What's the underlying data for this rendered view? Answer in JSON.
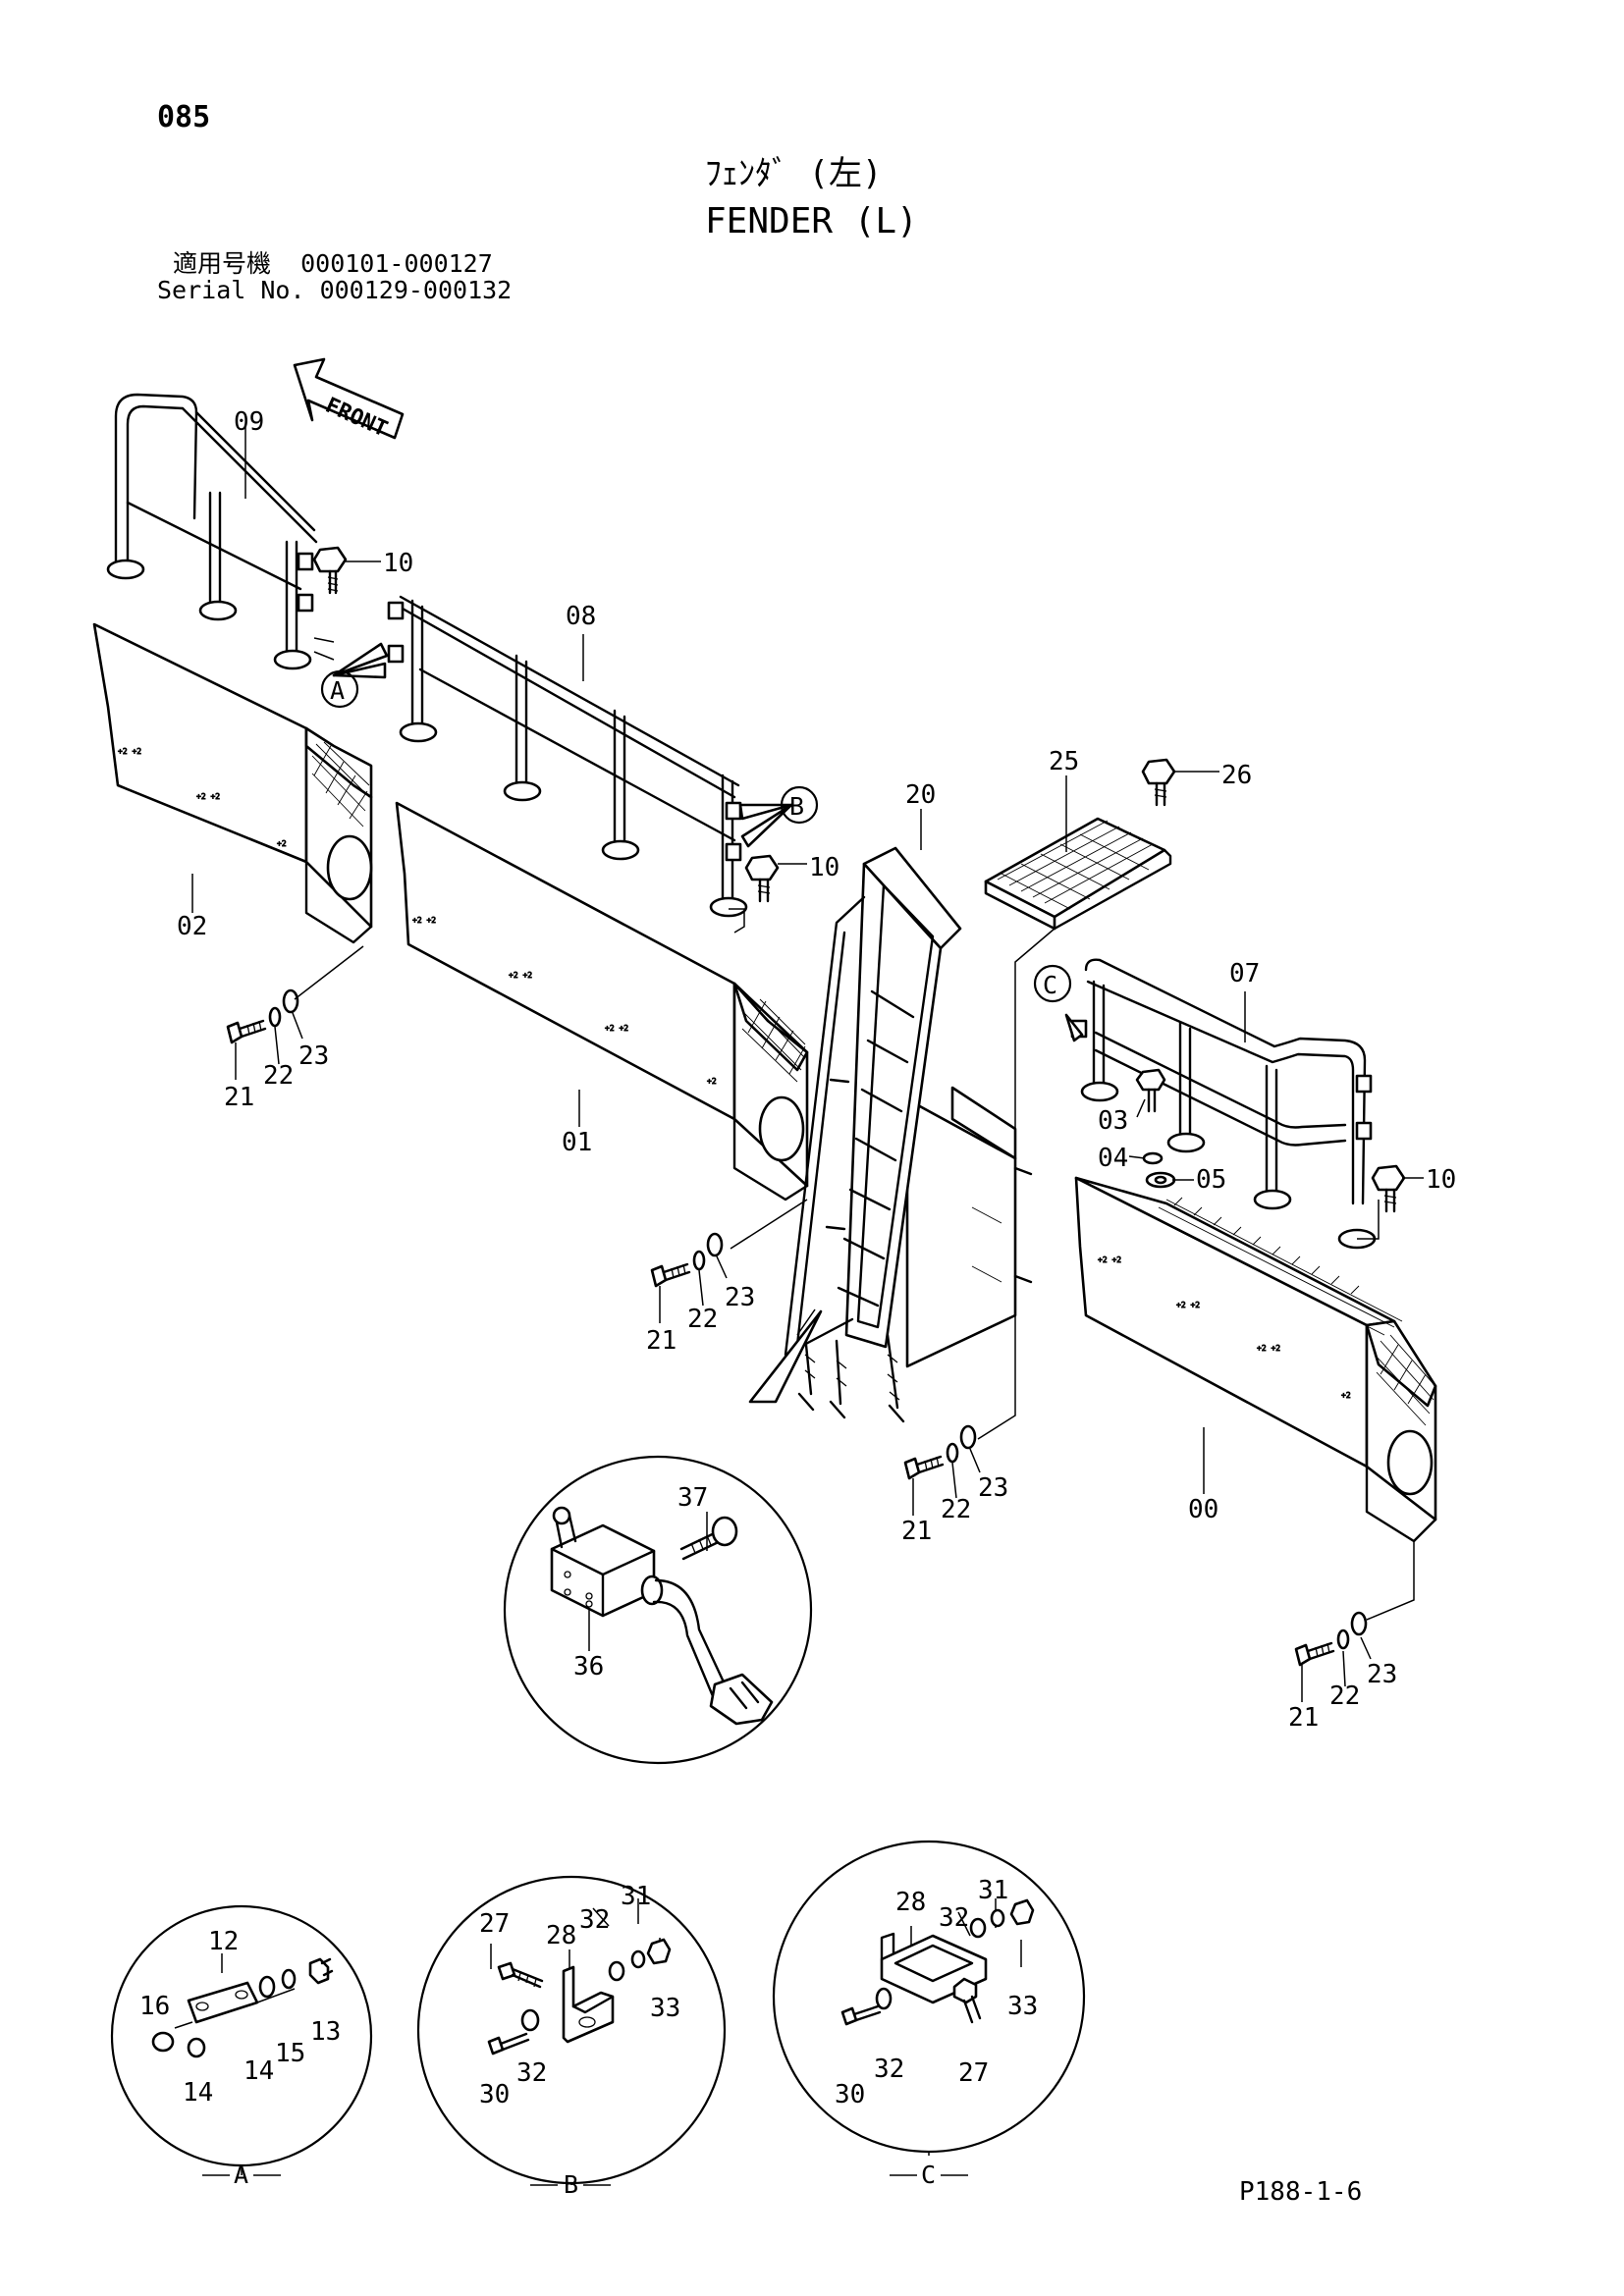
{
  "header": {
    "page_number": "085",
    "title_jp": "ﾌｪﾝﾀﾞ (左)",
    "title_en": "FENDER (L)",
    "serial_line_1": "適用号機  000101-000127",
    "serial_line_2": "Serial No. 000129-000132"
  },
  "direction_label": "FRONT",
  "parts": {
    "p00": "00",
    "p01": "01",
    "p02": "02",
    "p03": "03",
    "p04": "04",
    "p05": "05",
    "p07": "07",
    "p08": "08",
    "p09": "09",
    "p10a": "10",
    "p10b": "10",
    "p10c": "10",
    "p12": "12",
    "p13": "13",
    "p14a": "14",
    "p14b": "14",
    "p15": "15",
    "p16": "16",
    "p20": "20",
    "p21a": "21",
    "p21b": "21",
    "p21c": "21",
    "p21d": "21",
    "p22a": "22",
    "p22b": "22",
    "p22c": "22",
    "p22d": "22",
    "p23a": "23",
    "p23b": "23",
    "p23c": "23",
    "p23d": "23",
    "p25": "25",
    "p26": "26",
    "p27a": "27",
    "p27b": "27",
    "p28a": "28",
    "p28b": "28",
    "p30a": "30",
    "p30b": "30",
    "p31a": "31",
    "p31b": "31",
    "p32a": "32",
    "p32b": "32",
    "p32c": "32",
    "p32d": "32",
    "p33a": "33",
    "p33b": "33",
    "p36": "36",
    "p37": "37"
  },
  "detail_refs": {
    "a_marker": "A",
    "b_marker": "B",
    "c_marker": "C",
    "a_label": "A",
    "b_label": "B",
    "c_label": "C"
  },
  "footer": {
    "doc_code": "P188-1-6"
  }
}
